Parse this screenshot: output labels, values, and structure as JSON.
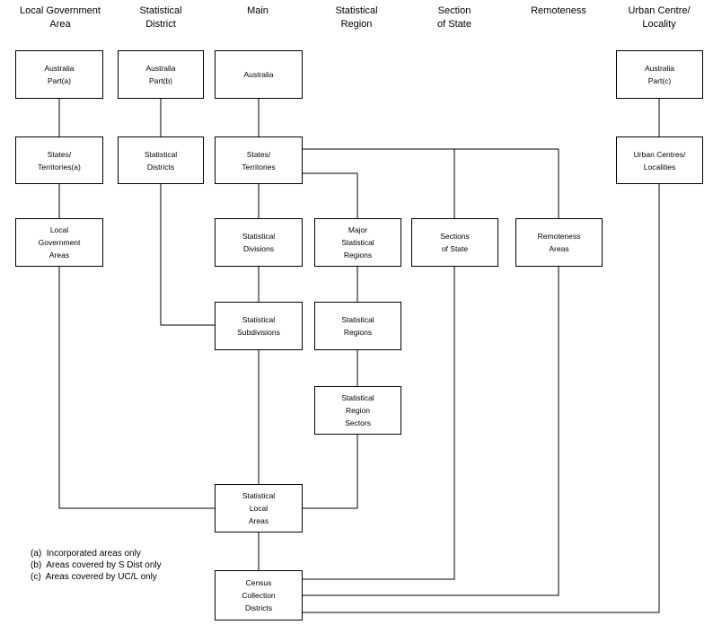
{
  "columns": [
    {
      "label": "Local Government\nArea"
    },
    {
      "label": "Statistical\nDistrict"
    },
    {
      "label": "Main"
    },
    {
      "label": "Statistical\nRegion"
    },
    {
      "label": "Section\nof State"
    },
    {
      "label": "Remoteness"
    },
    {
      "label": "Urban Centre/\nLocality"
    }
  ],
  "nodes": {
    "lga_australia": "Australia\nPart(a)",
    "sd_australia": "Australia\nPart(b)",
    "main_australia": "Australia",
    "uc_australia": "Australia\nPart(c)",
    "lga_states": "States/\nTerritories(a)",
    "sd_districts": "Statistical\nDistricts",
    "main_states": "States/\nTerritories",
    "uc_centres": "Urban Centres/\nLocalities",
    "lga_areas": "Local\nGovernment\nAreas",
    "main_divisions": "Statistical\nDivisions",
    "sr_major": "Major\nStatistical\nRegions",
    "sos_sections": "Sections\nof State",
    "rem_areas": "Remoteness\nAreas",
    "main_subdivisions": "Statistical\nSubdivisions",
    "sr_regions": "Statistical\nRegions",
    "sr_sectors": "Statistical\nRegion\nSectors",
    "main_sla": "Statistical\nLocal\nAreas",
    "main_ccd": "Census\nCollection\nDistricts"
  },
  "notes": [
    "(a)  Incorporated areas only",
    "(b)  Areas covered by S Dist only",
    "(c)  Areas covered by UC/L only"
  ]
}
